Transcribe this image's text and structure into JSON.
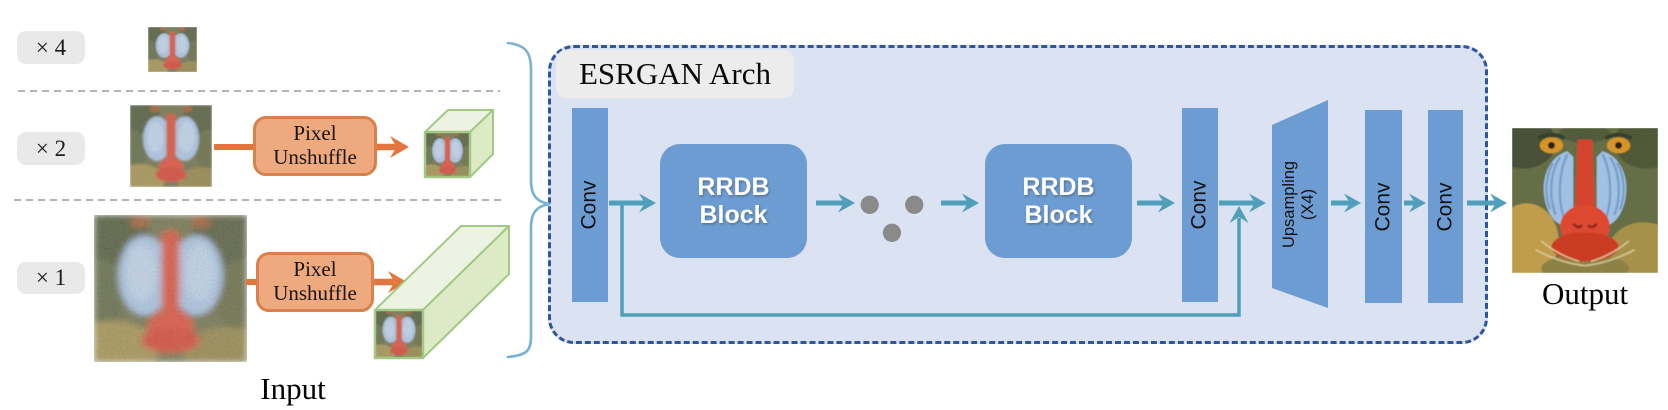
{
  "figure": {
    "scales": [
      {
        "label": "× 4"
      },
      {
        "label": "× 2"
      },
      {
        "label": "× 1"
      }
    ],
    "pixel_unshuffle": {
      "line1": "Pixel",
      "line2": "Unshuffle"
    },
    "input_caption": "Input",
    "arch_title": "ESRGAN Arch",
    "conv_label": "Conv",
    "rrdb": {
      "line1": "RRDB",
      "line2": "Block"
    },
    "dots": "● ● ●",
    "upsampling": {
      "line1": "Upsampling",
      "line2": "(X4)"
    },
    "output_caption": "Output"
  },
  "colors": {
    "block_blue": "#6d9cd2",
    "arrow_teal": "#4f9fba",
    "brace_blue": "#74b2d6",
    "arch_fill": "#dbe2f1",
    "arch_border": "#2f55a0",
    "label_bg": "#e9e9e9",
    "orange_fill": "#efa97e",
    "orange_border": "#d9804b",
    "orange_arrow": "#e2763f",
    "dot_gray": "#8a8a8a",
    "green_top": "#edf3e2",
    "green_side": "#dcebc6",
    "green_border": "#a2c984"
  }
}
